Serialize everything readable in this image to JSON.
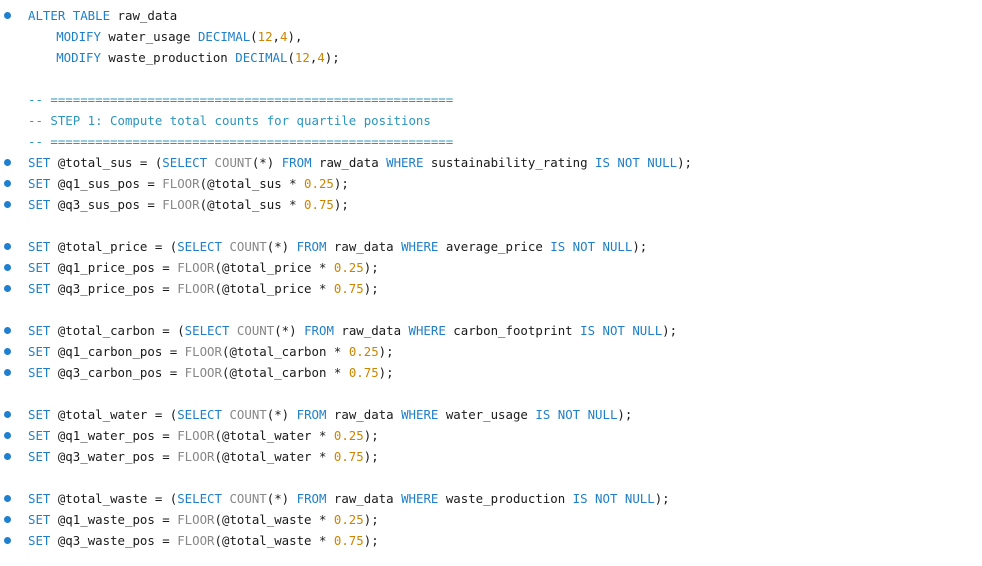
{
  "app": {
    "type": "sql-code-editor",
    "language": "SQL",
    "theme": "light"
  },
  "colors": {
    "background": "#ffffff",
    "keyword": "#1f7fc8",
    "function": "#878787",
    "number": "#cd8400",
    "comment": "#2b95bf",
    "identifier": "#1a1a1a",
    "breakpoint": "#1f7fd0"
  },
  "gutter": {
    "marker_glyph": "●",
    "marker_name": "breakpoint-dot"
  },
  "editor": {
    "lines": [
      {
        "n": 1,
        "marker": true,
        "indent": 0,
        "tokens": [
          {
            "t": "ALTER TABLE",
            "c": "kw"
          },
          {
            "t": " ",
            "c": "punc"
          },
          {
            "t": "raw_data",
            "c": "ident"
          }
        ]
      },
      {
        "n": 2,
        "marker": false,
        "indent": 4,
        "tokens": [
          {
            "t": "MODIFY",
            "c": "kw"
          },
          {
            "t": " water_usage ",
            "c": "ident"
          },
          {
            "t": "DECIMAL",
            "c": "kw"
          },
          {
            "t": "(",
            "c": "punc"
          },
          {
            "t": "12",
            "c": "num"
          },
          {
            "t": ",",
            "c": "punc"
          },
          {
            "t": "4",
            "c": "num"
          },
          {
            "t": "),",
            "c": "punc"
          }
        ]
      },
      {
        "n": 3,
        "marker": false,
        "indent": 4,
        "tokens": [
          {
            "t": "MODIFY",
            "c": "kw"
          },
          {
            "t": " waste_production ",
            "c": "ident"
          },
          {
            "t": "DECIMAL",
            "c": "kw"
          },
          {
            "t": "(",
            "c": "punc"
          },
          {
            "t": "12",
            "c": "num"
          },
          {
            "t": ",",
            "c": "punc"
          },
          {
            "t": "4",
            "c": "num"
          },
          {
            "t": ");",
            "c": "punc"
          }
        ]
      },
      {
        "n": 4,
        "marker": false,
        "indent": 0,
        "tokens": []
      },
      {
        "n": 5,
        "marker": false,
        "indent": 0,
        "tokens": [
          {
            "t": "-- ======================================================",
            "c": "cmt"
          }
        ]
      },
      {
        "n": 6,
        "marker": false,
        "indent": 0,
        "tokens": [
          {
            "t": "-- STEP 1: Compute total counts for quartile positions",
            "c": "cmt"
          }
        ]
      },
      {
        "n": 7,
        "marker": false,
        "indent": 0,
        "tokens": [
          {
            "t": "-- ======================================================",
            "c": "cmt"
          }
        ]
      },
      {
        "n": 8,
        "marker": true,
        "indent": 0,
        "tokens": [
          {
            "t": "SET",
            "c": "kw"
          },
          {
            "t": " @total_sus = (",
            "c": "ident"
          },
          {
            "t": "SELECT",
            "c": "kw"
          },
          {
            "t": " ",
            "c": "punc"
          },
          {
            "t": "COUNT",
            "c": "fn"
          },
          {
            "t": "(*) ",
            "c": "punc"
          },
          {
            "t": "FROM",
            "c": "kw"
          },
          {
            "t": " raw_data ",
            "c": "ident"
          },
          {
            "t": "WHERE",
            "c": "kw"
          },
          {
            "t": " sustainability_rating ",
            "c": "ident"
          },
          {
            "t": "IS NOT NULL",
            "c": "kw"
          },
          {
            "t": ");",
            "c": "punc"
          }
        ]
      },
      {
        "n": 9,
        "marker": true,
        "indent": 0,
        "tokens": [
          {
            "t": "SET",
            "c": "kw"
          },
          {
            "t": " @q1_sus_pos = ",
            "c": "ident"
          },
          {
            "t": "FLOOR",
            "c": "fn"
          },
          {
            "t": "(@total_sus * ",
            "c": "ident"
          },
          {
            "t": "0.25",
            "c": "num"
          },
          {
            "t": ");",
            "c": "punc"
          }
        ]
      },
      {
        "n": 10,
        "marker": true,
        "indent": 0,
        "tokens": [
          {
            "t": "SET",
            "c": "kw"
          },
          {
            "t": " @q3_sus_pos = ",
            "c": "ident"
          },
          {
            "t": "FLOOR",
            "c": "fn"
          },
          {
            "t": "(@total_sus * ",
            "c": "ident"
          },
          {
            "t": "0.75",
            "c": "num"
          },
          {
            "t": ");",
            "c": "punc"
          }
        ]
      },
      {
        "n": 11,
        "marker": false,
        "indent": 0,
        "tokens": []
      },
      {
        "n": 12,
        "marker": true,
        "indent": 0,
        "tokens": [
          {
            "t": "SET",
            "c": "kw"
          },
          {
            "t": " @total_price = (",
            "c": "ident"
          },
          {
            "t": "SELECT",
            "c": "kw"
          },
          {
            "t": " ",
            "c": "punc"
          },
          {
            "t": "COUNT",
            "c": "fn"
          },
          {
            "t": "(*) ",
            "c": "punc"
          },
          {
            "t": "FROM",
            "c": "kw"
          },
          {
            "t": " raw_data ",
            "c": "ident"
          },
          {
            "t": "WHERE",
            "c": "kw"
          },
          {
            "t": " average_price ",
            "c": "ident"
          },
          {
            "t": "IS NOT NULL",
            "c": "kw"
          },
          {
            "t": ");",
            "c": "punc"
          }
        ]
      },
      {
        "n": 13,
        "marker": true,
        "indent": 0,
        "tokens": [
          {
            "t": "SET",
            "c": "kw"
          },
          {
            "t": " @q1_price_pos = ",
            "c": "ident"
          },
          {
            "t": "FLOOR",
            "c": "fn"
          },
          {
            "t": "(@total_price * ",
            "c": "ident"
          },
          {
            "t": "0.25",
            "c": "num"
          },
          {
            "t": ");",
            "c": "punc"
          }
        ]
      },
      {
        "n": 14,
        "marker": true,
        "indent": 0,
        "tokens": [
          {
            "t": "SET",
            "c": "kw"
          },
          {
            "t": " @q3_price_pos = ",
            "c": "ident"
          },
          {
            "t": "FLOOR",
            "c": "fn"
          },
          {
            "t": "(@total_price * ",
            "c": "ident"
          },
          {
            "t": "0.75",
            "c": "num"
          },
          {
            "t": ");",
            "c": "punc"
          }
        ]
      },
      {
        "n": 15,
        "marker": false,
        "indent": 0,
        "tokens": []
      },
      {
        "n": 16,
        "marker": true,
        "indent": 0,
        "tokens": [
          {
            "t": "SET",
            "c": "kw"
          },
          {
            "t": " @total_carbon = (",
            "c": "ident"
          },
          {
            "t": "SELECT",
            "c": "kw"
          },
          {
            "t": " ",
            "c": "punc"
          },
          {
            "t": "COUNT",
            "c": "fn"
          },
          {
            "t": "(*) ",
            "c": "punc"
          },
          {
            "t": "FROM",
            "c": "kw"
          },
          {
            "t": " raw_data ",
            "c": "ident"
          },
          {
            "t": "WHERE",
            "c": "kw"
          },
          {
            "t": " carbon_footprint ",
            "c": "ident"
          },
          {
            "t": "IS NOT NULL",
            "c": "kw"
          },
          {
            "t": ");",
            "c": "punc"
          }
        ]
      },
      {
        "n": 17,
        "marker": true,
        "indent": 0,
        "tokens": [
          {
            "t": "SET",
            "c": "kw"
          },
          {
            "t": " @q1_carbon_pos = ",
            "c": "ident"
          },
          {
            "t": "FLOOR",
            "c": "fn"
          },
          {
            "t": "(@total_carbon * ",
            "c": "ident"
          },
          {
            "t": "0.25",
            "c": "num"
          },
          {
            "t": ");",
            "c": "punc"
          }
        ]
      },
      {
        "n": 18,
        "marker": true,
        "indent": 0,
        "tokens": [
          {
            "t": "SET",
            "c": "kw"
          },
          {
            "t": " @q3_carbon_pos = ",
            "c": "ident"
          },
          {
            "t": "FLOOR",
            "c": "fn"
          },
          {
            "t": "(@total_carbon * ",
            "c": "ident"
          },
          {
            "t": "0.75",
            "c": "num"
          },
          {
            "t": ");",
            "c": "punc"
          }
        ]
      },
      {
        "n": 19,
        "marker": false,
        "indent": 0,
        "tokens": []
      },
      {
        "n": 20,
        "marker": true,
        "indent": 0,
        "tokens": [
          {
            "t": "SET",
            "c": "kw"
          },
          {
            "t": " @total_water = (",
            "c": "ident"
          },
          {
            "t": "SELECT",
            "c": "kw"
          },
          {
            "t": " ",
            "c": "punc"
          },
          {
            "t": "COUNT",
            "c": "fn"
          },
          {
            "t": "(*) ",
            "c": "punc"
          },
          {
            "t": "FROM",
            "c": "kw"
          },
          {
            "t": " raw_data ",
            "c": "ident"
          },
          {
            "t": "WHERE",
            "c": "kw"
          },
          {
            "t": " water_usage ",
            "c": "ident"
          },
          {
            "t": "IS NOT NULL",
            "c": "kw"
          },
          {
            "t": ");",
            "c": "punc"
          }
        ]
      },
      {
        "n": 21,
        "marker": true,
        "indent": 0,
        "tokens": [
          {
            "t": "SET",
            "c": "kw"
          },
          {
            "t": " @q1_water_pos = ",
            "c": "ident"
          },
          {
            "t": "FLOOR",
            "c": "fn"
          },
          {
            "t": "(@total_water * ",
            "c": "ident"
          },
          {
            "t": "0.25",
            "c": "num"
          },
          {
            "t": ");",
            "c": "punc"
          }
        ]
      },
      {
        "n": 22,
        "marker": true,
        "indent": 0,
        "tokens": [
          {
            "t": "SET",
            "c": "kw"
          },
          {
            "t": " @q3_water_pos = ",
            "c": "ident"
          },
          {
            "t": "FLOOR",
            "c": "fn"
          },
          {
            "t": "(@total_water * ",
            "c": "ident"
          },
          {
            "t": "0.75",
            "c": "num"
          },
          {
            "t": ");",
            "c": "punc"
          }
        ]
      },
      {
        "n": 23,
        "marker": false,
        "indent": 0,
        "tokens": []
      },
      {
        "n": 24,
        "marker": true,
        "indent": 0,
        "tokens": [
          {
            "t": "SET",
            "c": "kw"
          },
          {
            "t": " @total_waste = (",
            "c": "ident"
          },
          {
            "t": "SELECT",
            "c": "kw"
          },
          {
            "t": " ",
            "c": "punc"
          },
          {
            "t": "COUNT",
            "c": "fn"
          },
          {
            "t": "(*) ",
            "c": "punc"
          },
          {
            "t": "FROM",
            "c": "kw"
          },
          {
            "t": " raw_data ",
            "c": "ident"
          },
          {
            "t": "WHERE",
            "c": "kw"
          },
          {
            "t": " waste_production ",
            "c": "ident"
          },
          {
            "t": "IS NOT NULL",
            "c": "kw"
          },
          {
            "t": ");",
            "c": "punc"
          }
        ]
      },
      {
        "n": 25,
        "marker": true,
        "indent": 0,
        "tokens": [
          {
            "t": "SET",
            "c": "kw"
          },
          {
            "t": " @q1_waste_pos = ",
            "c": "ident"
          },
          {
            "t": "FLOOR",
            "c": "fn"
          },
          {
            "t": "(@total_waste * ",
            "c": "ident"
          },
          {
            "t": "0.25",
            "c": "num"
          },
          {
            "t": ");",
            "c": "punc"
          }
        ]
      },
      {
        "n": 26,
        "marker": true,
        "indent": 0,
        "tokens": [
          {
            "t": "SET",
            "c": "kw"
          },
          {
            "t": " @q3_waste_pos = ",
            "c": "ident"
          },
          {
            "t": "FLOOR",
            "c": "fn"
          },
          {
            "t": "(@total_waste * ",
            "c": "ident"
          },
          {
            "t": "0.75",
            "c": "num"
          },
          {
            "t": ");",
            "c": "punc"
          }
        ]
      }
    ]
  }
}
